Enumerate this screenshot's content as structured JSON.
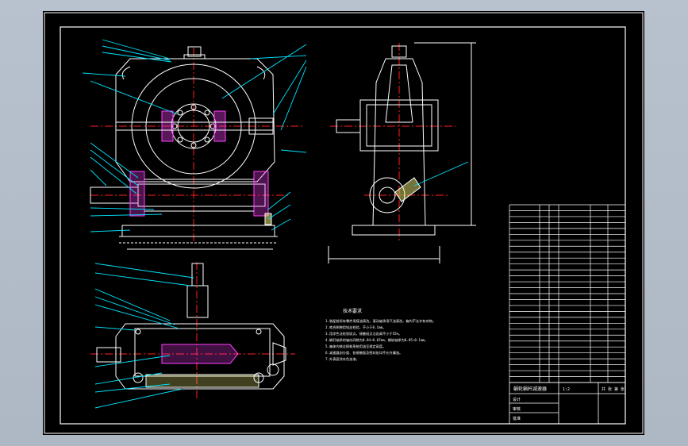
{
  "viewport": {
    "background": "#b9c2cf"
  },
  "sheet": {
    "background": "#000000",
    "frame_color": "#ffffff"
  },
  "colors": {
    "outline": "#ffffff",
    "centerline": "#ff2020",
    "leader": "#00e5ff",
    "hatch": "#ff40ff",
    "part_fill": "#ffff80",
    "title_text": "#ffffff"
  },
  "notes": {
    "heading": "技术要求",
    "lines": [
      "1.装配前所有零件用煤油清洗，滚动轴承用汽油清洗，箱内不允许有杂物。",
      "2.啮合侧隙用铅丝检验，不小于0.1mm。",
      "3.用涂色法检验斑点，接触斑点沿齿高不小于55%。",
      "4.蜗杆轴承的轴向间隙为0.04~0.07mm，蜗轮轴承为0.05~0.1mm。",
      "5.箱体内装全损耗系统用油至规定高度。",
      "6.减速器剖分面、各接触面及密封处均不允许漏油。",
      "7.外表面涂灰色油漆。"
    ]
  },
  "title_block": {
    "drawing_title": "蜗轮蜗杆减速器",
    "scale": "1:2",
    "sheet_label": "共 张 第 张",
    "row_designer": "设计",
    "row_check": "审核",
    "row_approve": "批准"
  }
}
